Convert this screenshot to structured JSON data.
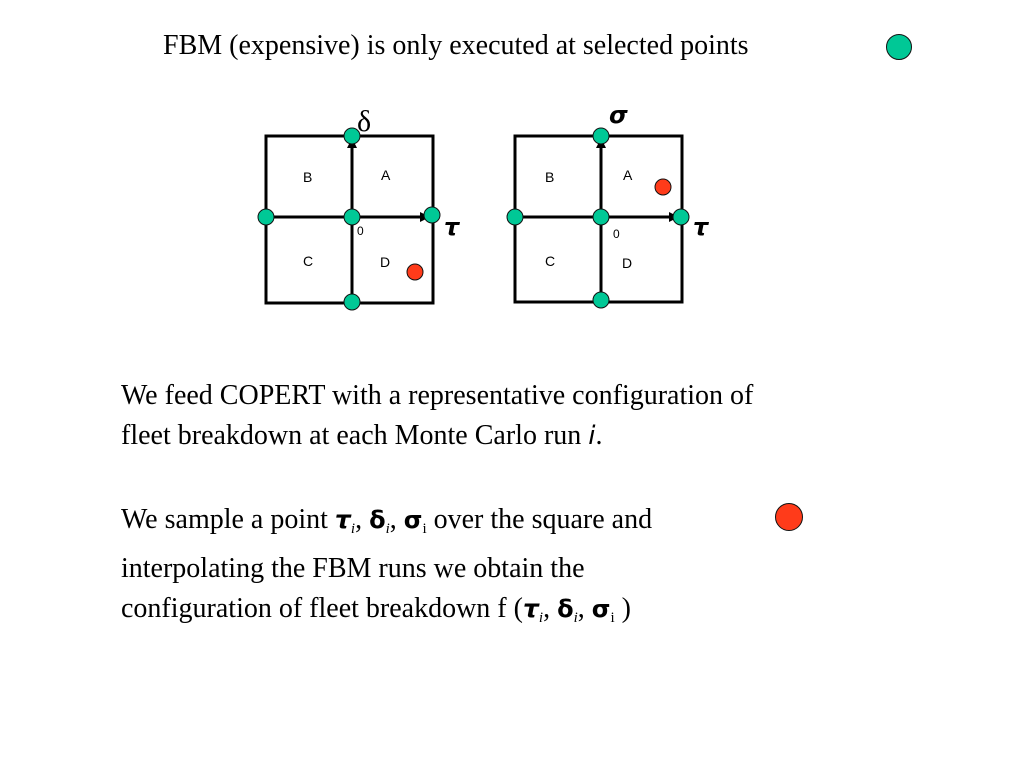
{
  "title": {
    "text": "FBM (expensive) is only executed at selected points",
    "marker_color": "#00c896"
  },
  "colors": {
    "selected_point": "#00c896",
    "sample_point": "#ff3b1a",
    "stroke": "#000000"
  },
  "diagrams": [
    {
      "vertical_axis_label": "δ",
      "horizontal_axis_label": "τ",
      "quadrants": {
        "A": "A",
        "B": "B",
        "C": "C",
        "D": "D"
      },
      "origin_label": "0",
      "sample_quadrant": "D"
    },
    {
      "vertical_axis_label": "σ",
      "horizontal_axis_label": "τ",
      "quadrants": {
        "A": "A",
        "B": "B",
        "C": "C",
        "D": "D"
      },
      "origin_label": "0",
      "sample_quadrant": "A"
    }
  ],
  "paragraph1": {
    "line1": "We feed COPERT with a representative configuration of",
    "line2_text": "fleet breakdown at each Monte Carlo run ",
    "line2_var": "i",
    "line2_end": "."
  },
  "paragraph2": {
    "line1_a": "We sample a point ",
    "tau": "τ",
    "delta": "δ",
    "sigma": "σ",
    "sub": "i",
    "comma": ", ",
    "line1_b": " over the square and",
    "line2": "interpolating the FBM runs we obtain the",
    "line3_a": "configuration of  fleet breakdown f (",
    "line3_b": " )",
    "marker_color": "#ff3b1a"
  }
}
